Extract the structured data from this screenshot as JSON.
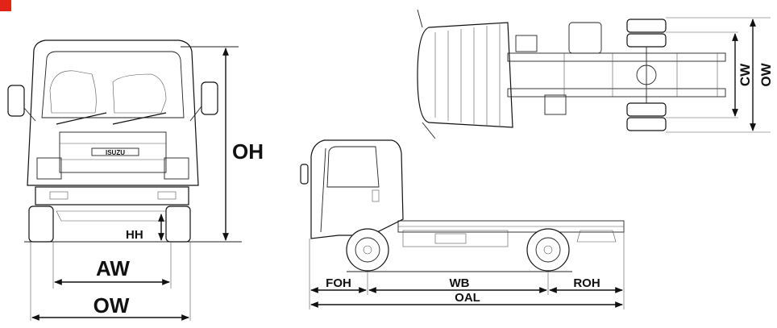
{
  "brand": {
    "accent_color": "#e2231a",
    "grille_logo": "ISUZU"
  },
  "front_view": {
    "labels": {
      "overall_height": "OH",
      "head_height": "HH",
      "axle_width": "AW",
      "overall_width": "OW"
    }
  },
  "side_view": {
    "labels": {
      "front_overhang": "FOH",
      "wheelbase": "WB",
      "rear_overhang": "ROH",
      "overall_length": "OAL"
    }
  },
  "top_view": {
    "labels": {
      "cab_width": "CW",
      "overall_width": "OW"
    }
  },
  "icons": {
    "corner_marker": "red-square-icon",
    "arrowhead": "arrowhead-icon"
  }
}
